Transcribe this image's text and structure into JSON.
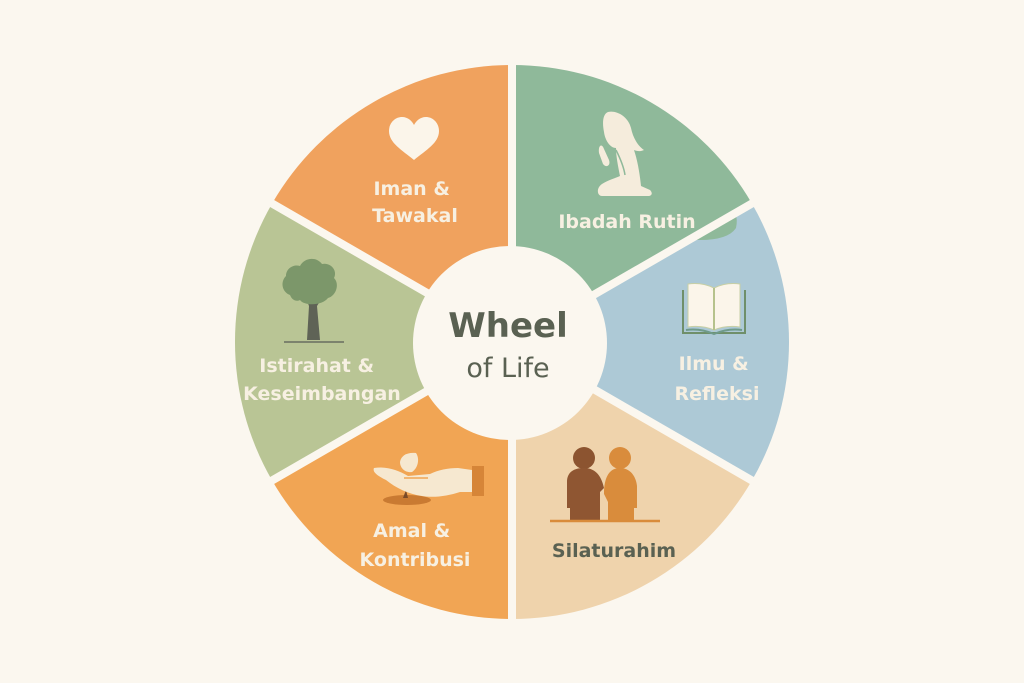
{
  "title": {
    "line1": "Wheel",
    "line2": "of Life"
  },
  "colors": {
    "background": "#fbf7ef",
    "text_dark": "#5a6152",
    "text_light": "#f7f0e2"
  },
  "segments": [
    {
      "id": "iman",
      "lines": [
        "Iman &",
        "Tawakal"
      ],
      "icon": "heart-icon",
      "color": "#f0a25e"
    },
    {
      "id": "ibadah",
      "lines": [
        "Ibadah Rutin"
      ],
      "icon": "praying-person-icon",
      "color": "#8fb99a"
    },
    {
      "id": "ilmu",
      "lines": [
        "Ilmu &",
        "Refleksi"
      ],
      "icon": "open-book-icon",
      "color": "#adc9d6"
    },
    {
      "id": "silaturahim",
      "lines": [
        "Silaturahim"
      ],
      "icon": "two-people-icon",
      "color": "#efd3ac"
    },
    {
      "id": "amal",
      "lines": [
        "Amal &",
        "Kontribusi"
      ],
      "icon": "giving-hand-seed-icon",
      "color": "#f1a554"
    },
    {
      "id": "istirahat",
      "lines": [
        "Istirahat &",
        "Keseimbangan"
      ],
      "icon": "tree-icon",
      "color": "#b9c595"
    }
  ]
}
